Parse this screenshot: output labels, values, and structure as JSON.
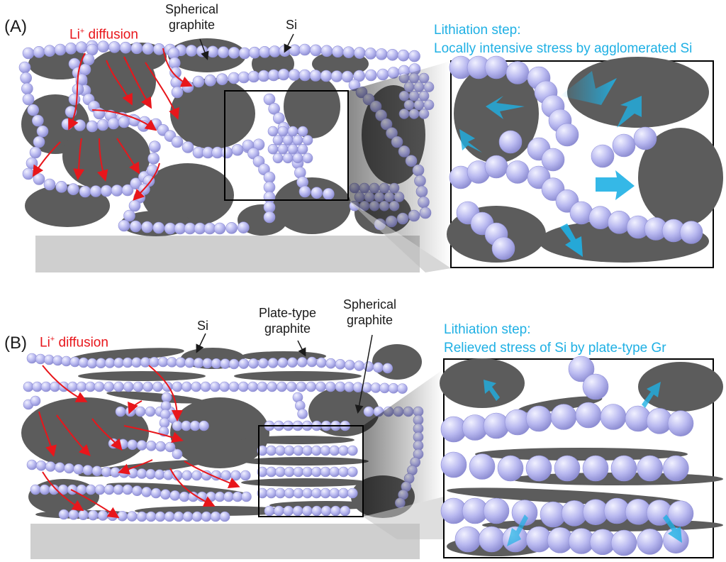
{
  "panel_a": {
    "letter": "(A)",
    "li_diffusion": "Li",
    "li_sup": "+",
    "li_rest": " diffusion",
    "label_spherical_1": "Spherical",
    "label_spherical_2": "graphite",
    "label_si": "Si",
    "zoom_title_1": "Lithiation step:",
    "zoom_title_2": "Locally intensive stress by agglomerated Si"
  },
  "panel_b": {
    "letter": "(B)",
    "li_diffusion": "Li",
    "li_sup": "+",
    "li_rest": " diffusion",
    "label_si": "Si",
    "label_plate_1": "Plate-type",
    "label_plate_2": "graphite",
    "label_spherical_1": "Spherical",
    "label_spherical_2": "graphite",
    "zoom_title_1": "Lithiation step:",
    "zoom_title_2": "Relieved stress of Si by plate-type Gr"
  },
  "colors": {
    "graphite": "#5c5c5c",
    "silicon": "#b9b9f0",
    "silicon_edge": "#8f8fd6",
    "substrate": "#cfcfcf",
    "li_arrow": "#e8161b",
    "stress_arrow": "#1fb0e4"
  }
}
